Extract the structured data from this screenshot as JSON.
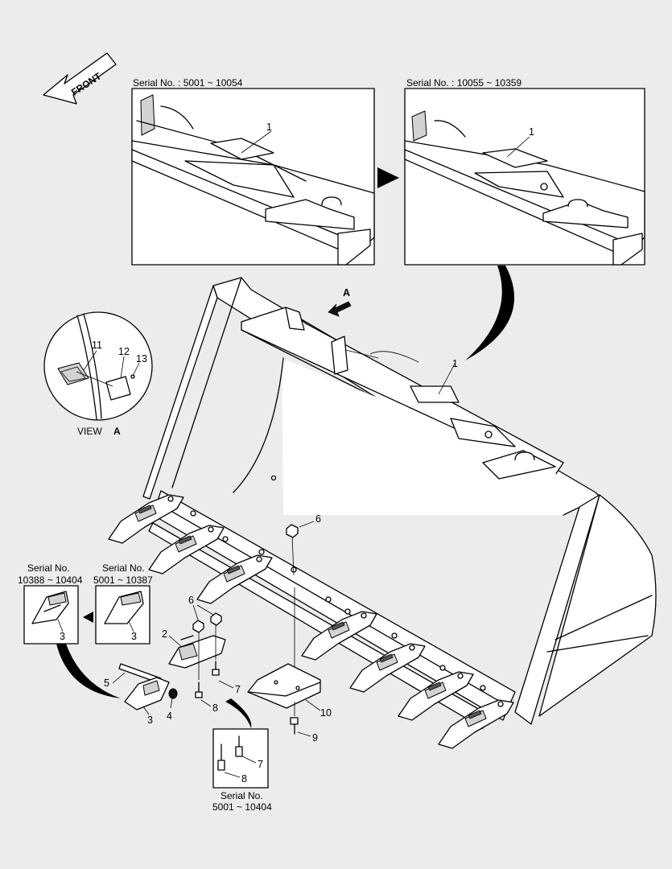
{
  "front_label": "FRONT",
  "serial_box_left": "Serial No. : 5001 ~ 10054",
  "serial_box_right": "Serial No. : 10055 ~ 10359",
  "view_arrow_label": "A",
  "view_label": "VIEW",
  "view_letter": "A",
  "tooth_variant_a_line1": "Serial No.",
  "tooth_variant_a_line2": "10388 ~ 10404",
  "tooth_variant_b_line1": "Serial No.",
  "tooth_variant_b_line2": "5001 ~ 10387",
  "bolt_box_line1": "Serial No.",
  "bolt_box_line2": "5001 ~ 10404",
  "callouts": {
    "c1_left": "1",
    "c1_right": "1",
    "c1_main": "1",
    "c2": "2",
    "c3_main": "3",
    "c3_a": "3",
    "c3_b": "3",
    "c4": "4",
    "c5": "5",
    "c6_top": "6",
    "c6_left": "6",
    "c7_main": "7",
    "c7_box": "7",
    "c8_main": "8",
    "c8_box": "8",
    "c9": "9",
    "c10": "10",
    "c11": "11",
    "c12": "12",
    "c13": "13"
  }
}
